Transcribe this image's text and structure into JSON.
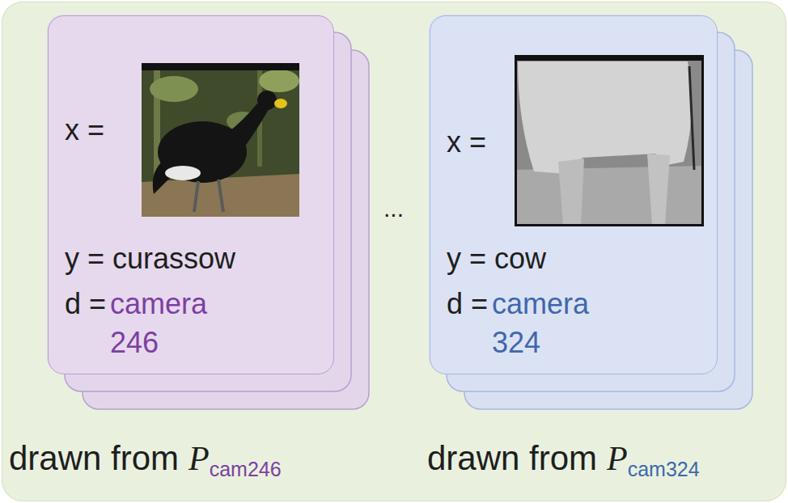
{
  "diagram": {
    "nodes": [
      {
        "text": [
          "drawn from",
          "P",
          "cam246",
          "drawn from",
          "P",
          "cam324"
        ]
      },
      {
        "text": [
          "x =",
          "y = curassow",
          "d =",
          "camera 246"
        ],
        "in": 0
      },
      {
        "text": [
          "x =",
          "y = cow",
          "d =",
          "camera 324"
        ],
        "in": 0
      }
    ],
    "labels": [
      "..."
    ]
  }
}
